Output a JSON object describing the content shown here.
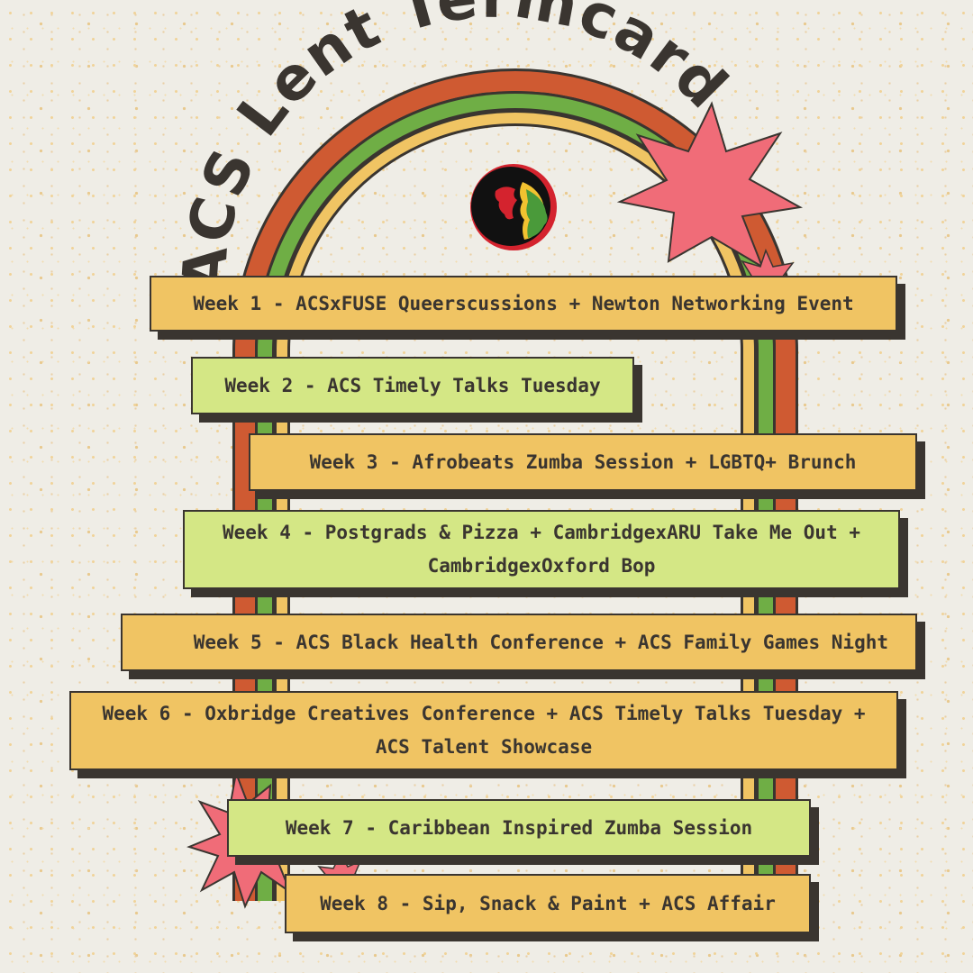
{
  "title": "ACS Lent Termcard",
  "weeks": [
    {
      "text": "Week 1 - ACSxFUSE Queerscussions + Newton Networking Event"
    },
    {
      "text": "Week 2 - ACS Timely Talks Tuesday"
    },
    {
      "text": "Week 3 - Afrobeats Zumba Session + LGBTQ+ Brunch"
    },
    {
      "line1": "Week 4 - Postgrads & Pizza + CambridgexARU Take Me Out +",
      "line2": "CambridgexOxford Bop"
    },
    {
      "text": "Week 5 - ACS Black Health Conference + ACS Family Games Night"
    },
    {
      "line1": "Week 6 - Oxbridge Creatives Conference + ACS Timely Talks Tuesday +",
      "line2": "ACS Talent Showcase"
    },
    {
      "text": "Week 7 - Caribbean Inspired Zumba Session"
    },
    {
      "text": "Week 8 - Sip, Snack & Paint + ACS Affair"
    }
  ],
  "colors": {
    "background": "#efede6",
    "rainbow_outer": "#cf5a32",
    "rainbow_middle": "#6fae45",
    "rainbow_inner": "#f0c463",
    "starburst": "#f06c78",
    "card_yellow": "#f0c463",
    "card_green": "#d4e785",
    "text": "#3a3530"
  },
  "icons": [
    "starburst-icon",
    "afro-silhouette-logo"
  ]
}
